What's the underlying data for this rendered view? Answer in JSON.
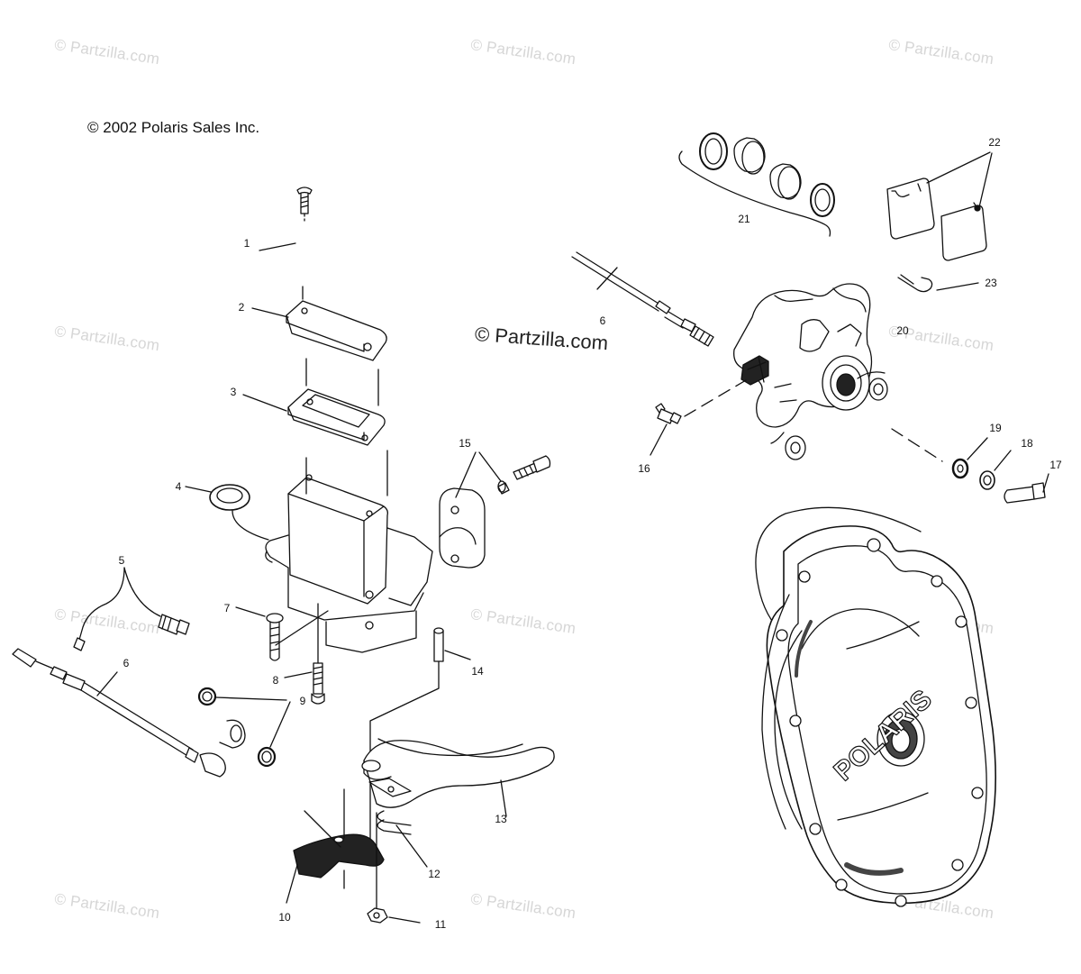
{
  "copyright": "© 2002 Polaris Sales Inc.",
  "watermark": "© Partzilla.com",
  "center_watermark": "© Partzilla.com",
  "cover_logo": "POLARIS",
  "callouts": {
    "c1": "1",
    "c2": "2",
    "c3": "3",
    "c4": "4",
    "c5": "5",
    "c6a": "6",
    "c6b": "6",
    "c7": "7",
    "c8": "8",
    "c9": "9",
    "c10": "10",
    "c11": "11",
    "c12": "12",
    "c13": "13",
    "c14": "14",
    "c15": "15",
    "c16": "16",
    "c17": "17",
    "c18": "18",
    "c19": "19",
    "c20": "20",
    "c21": "21",
    "c22": "22",
    "c23": "23"
  }
}
